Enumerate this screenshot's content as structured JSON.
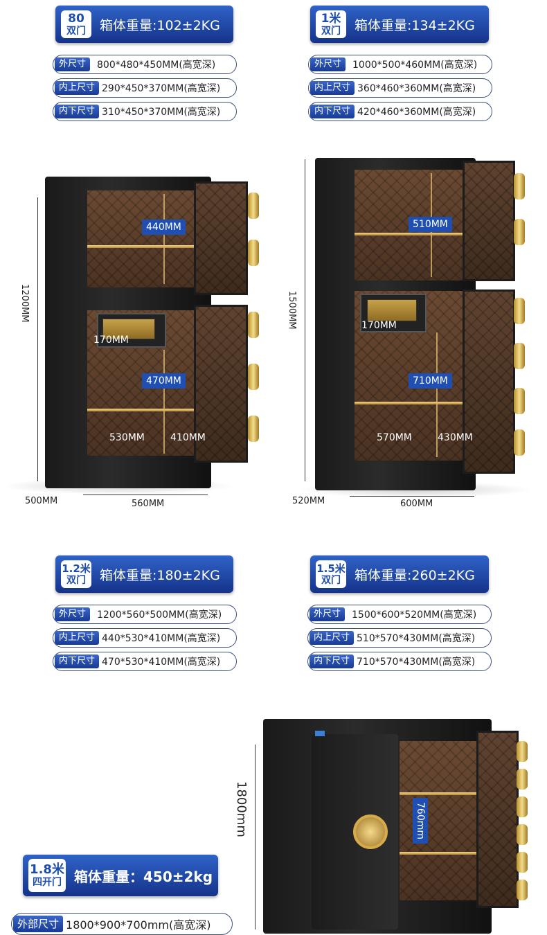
{
  "models": [
    {
      "tag_top": "80",
      "tag_bottom": "双门",
      "weight": "箱体重量:102±2KG",
      "specs": [
        {
          "label": "外尺寸",
          "value": "800*480*450MM(高宽深)"
        },
        {
          "label": "内上尺寸",
          "value": "290*450*370MM(高宽深)"
        },
        {
          "label": "内下尺寸",
          "value": "310*450*370MM(高宽深)"
        }
      ],
      "dims": {
        "height": "1200MM",
        "depth": "500MM",
        "width": "560MM",
        "upper": "440MM",
        "drawer": "170MM",
        "lower": "470MM",
        "inner_w": "530MM",
        "inner_d": "410MM"
      }
    },
    {
      "tag_top": "1米",
      "tag_bottom": "双门",
      "weight": "箱体重量:134±2KG",
      "specs": [
        {
          "label": "外尺寸",
          "value": "1000*500*460MM(高宽深)"
        },
        {
          "label": "内上尺寸",
          "value": "360*460*360MM(高宽深)"
        },
        {
          "label": "内下尺寸",
          "value": "420*460*360MM(高宽深)"
        }
      ],
      "dims": {
        "height": "1500MM",
        "depth": "520MM",
        "width": "600MM",
        "upper": "510MM",
        "drawer": "170MM",
        "lower": "710MM",
        "inner_w": "570MM",
        "inner_d": "430MM"
      }
    },
    {
      "tag_top": "1.2米",
      "tag_bottom": "双门",
      "weight": "箱体重量:180±2KG",
      "specs": [
        {
          "label": "外尺寸",
          "value": "1200*560*500MM(高宽深)"
        },
        {
          "label": "内上尺寸",
          "value": "440*530*410MM(高宽深)"
        },
        {
          "label": "内下尺寸",
          "value": "470*530*410MM(高宽深)"
        }
      ]
    },
    {
      "tag_top": "1.5米",
      "tag_bottom": "双门",
      "weight": "箱体重量:260±2KG",
      "specs": [
        {
          "label": "外尺寸",
          "value": "1500*600*520MM(高宽深)"
        },
        {
          "label": "内上尺寸",
          "value": "510*570*430MM(高宽深)"
        },
        {
          "label": "内下尺寸",
          "value": "710*570*430MM(高宽深)"
        }
      ]
    },
    {
      "tag_top": "1.8米",
      "tag_bottom": "四开门",
      "weight": "箱体重量：450±2kg",
      "specs": [
        {
          "label": "外部尺寸",
          "value": "1800*900*700mm(高宽深)"
        }
      ],
      "dims": {
        "height": "1800mm",
        "upper": "760mm"
      }
    }
  ]
}
